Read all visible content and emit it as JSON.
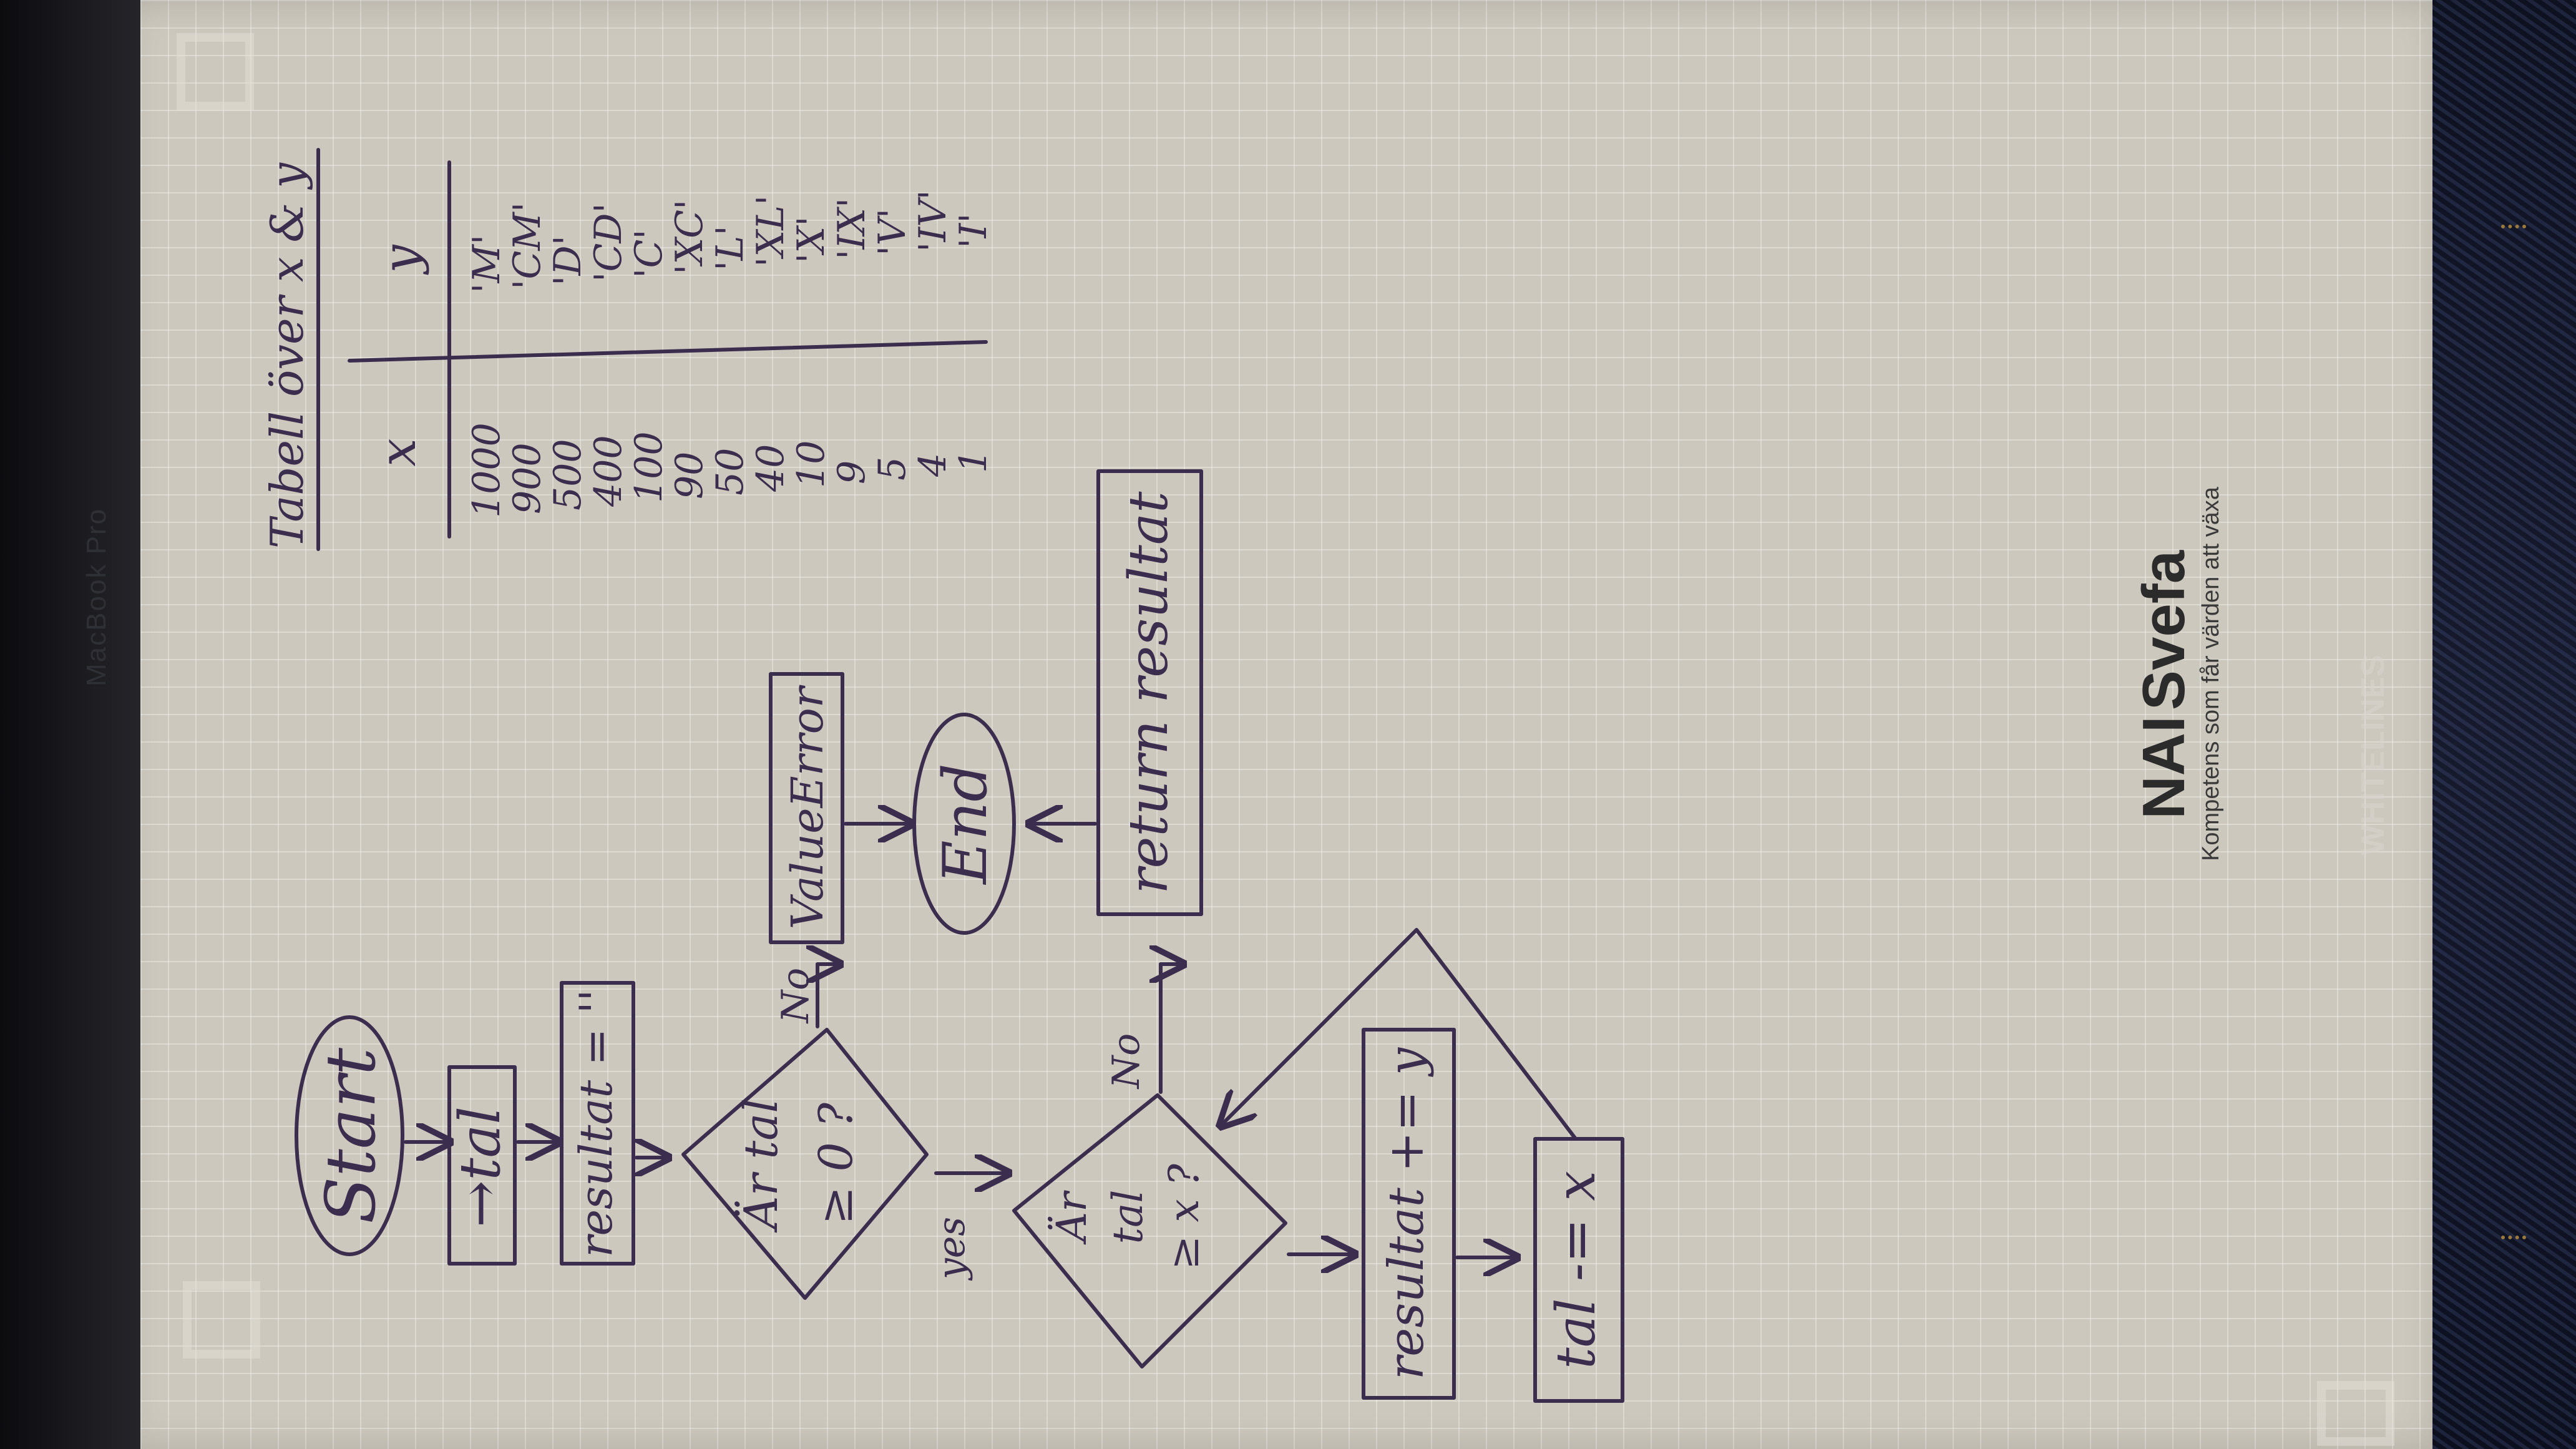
{
  "flowchart": {
    "start": "Start",
    "input": "→tal",
    "init": "resultat = ''",
    "decision_nonneg": [
      "Är tal",
      "≥ 0 ?"
    ],
    "decision_ge": [
      "Är",
      "tal",
      "≥ x ?"
    ],
    "yes": "yes",
    "no_1": "No",
    "no_2": "No",
    "error": "ValueError",
    "end": "End",
    "return": "return resultat",
    "append": "resultat += y",
    "subtract": "tal -= x"
  },
  "table": {
    "title": "Tabell över x & y",
    "col_x": "x",
    "col_y": "y",
    "x_values": [
      "1000",
      "900",
      "500",
      "400",
      "100",
      "90",
      "50",
      "40",
      "10",
      "9",
      "5",
      "4",
      "1"
    ],
    "y_values": [
      "'M'",
      "'CM'",
      "'D'",
      "'CD'",
      "'C'",
      "'XC'",
      "'L'",
      "'XL'",
      "'X'",
      "'IX'",
      "'V'",
      "'IV'",
      "'I'"
    ]
  },
  "notebook": {
    "brand": "Svefa",
    "brand_prefix": "NAI",
    "tagline": "Kompetens som får värden att växa",
    "watermark": "WHITELINES"
  },
  "laptop": {
    "brand": "MacBook Pro"
  },
  "colors": {
    "ink": "#3a2d4e",
    "paper": "#cdc8bd",
    "grid": "#ffffff"
  }
}
